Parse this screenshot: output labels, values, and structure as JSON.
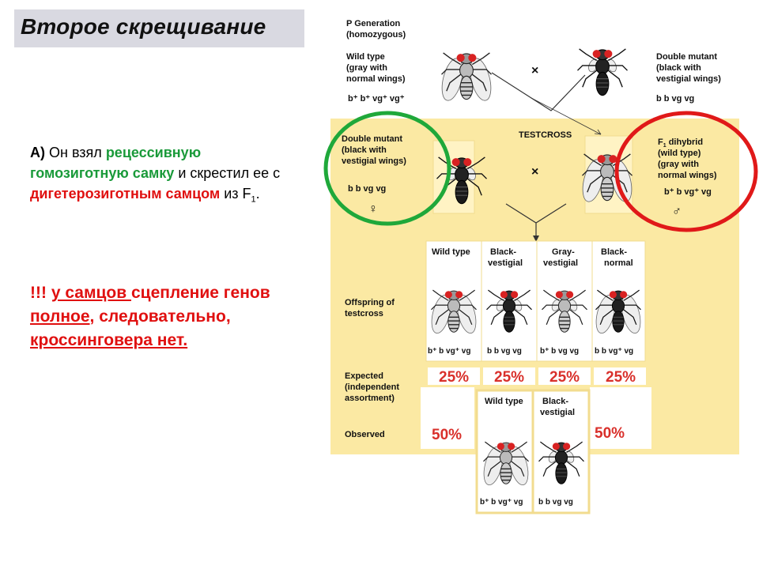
{
  "slide": {
    "title": "Второе скрещивание",
    "para": {
      "p1": "А)",
      "p2": " Он взял ",
      "p3": "рецессивную гомозиготную самку",
      "p4": " и скрестил ее с ",
      "p5": "дигетерозиготным самцом",
      "p6": " из F",
      "p6sub": "1",
      "p7": "."
    },
    "warn": {
      "w1": "!!! ",
      "w2": " у самцов ",
      "w3": "сцепление генов ",
      "w4": "полное",
      "w5": ", следовательно, ",
      "w6": "кроссинговера  нет."
    }
  },
  "figure": {
    "p_generation": [
      "P Generation",
      "(homozygous)"
    ],
    "wild_type": [
      "Wild type",
      "(gray with",
      "normal wings)"
    ],
    "wild_genotype": "b⁺ b⁺ vg⁺ vg⁺",
    "double_mutant": [
      "Double mutant",
      "(black with",
      "vestigial wings)"
    ],
    "mutant_genotype": "b b vg vg",
    "cross_symbol": "×",
    "testcross": "TESTCROSS",
    "testcross_mutant": [
      "Double mutant",
      "(black with",
      "vestigial wings)"
    ],
    "testcross_mutant_genotype": "b b vg vg",
    "female_symbol": "♀",
    "dihybrid": [
      "F",
      "1",
      " dihybrid",
      "(wild type)",
      "(gray with",
      "normal wings)"
    ],
    "dihybrid_genotype": "b⁺ b vg⁺ vg",
    "male_symbol": "♂",
    "offspring_label": [
      "Offspring of",
      "testcross"
    ],
    "offspring": [
      {
        "name": [
          "Wild type"
        ],
        "genotype": "b⁺ b vg⁺ vg"
      },
      {
        "name": [
          "Black-",
          "vestigial"
        ],
        "genotype": "b b vg vg"
      },
      {
        "name": [
          "Gray-",
          "vestigial"
        ],
        "genotype": "b⁺ b vg vg"
      },
      {
        "name": [
          "Black-",
          "normal"
        ],
        "genotype": "b b vg⁺ vg"
      }
    ],
    "expected_label": [
      "Expected",
      "(independent",
      "assortment)"
    ],
    "expected": [
      "25%",
      "25%",
      "25%",
      "25%"
    ],
    "observed_label": "Observed",
    "observed": [
      "50%",
      "50%"
    ],
    "observed_offspring": [
      {
        "name": [
          "Wild type"
        ],
        "genotype": "b⁺ b vg⁺ vg"
      },
      {
        "name": [
          "Black-",
          "vestigial"
        ],
        "genotype": "b b vg vg"
      }
    ]
  },
  "colors": {
    "panel": "#fbe9a3",
    "green_circle": "#1fa83a",
    "red_circle": "#e01919",
    "percent": "#d9302b"
  }
}
